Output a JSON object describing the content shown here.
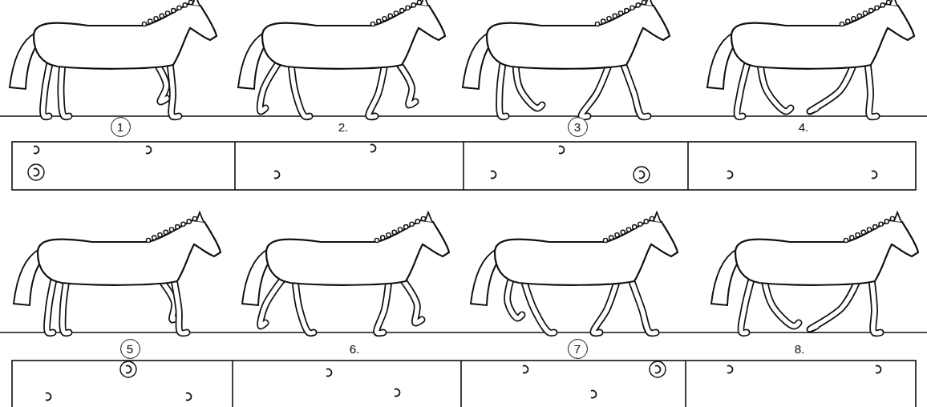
{
  "diagram": {
    "nodes": [
      {
        "text": [
          "1"
        ]
      },
      {
        "text": [
          "3"
        ]
      },
      {
        "text": [
          "5"
        ]
      },
      {
        "text": [
          "7"
        ]
      }
    ],
    "labels": [
      "2.",
      "4.",
      "6.",
      "8."
    ]
  }
}
